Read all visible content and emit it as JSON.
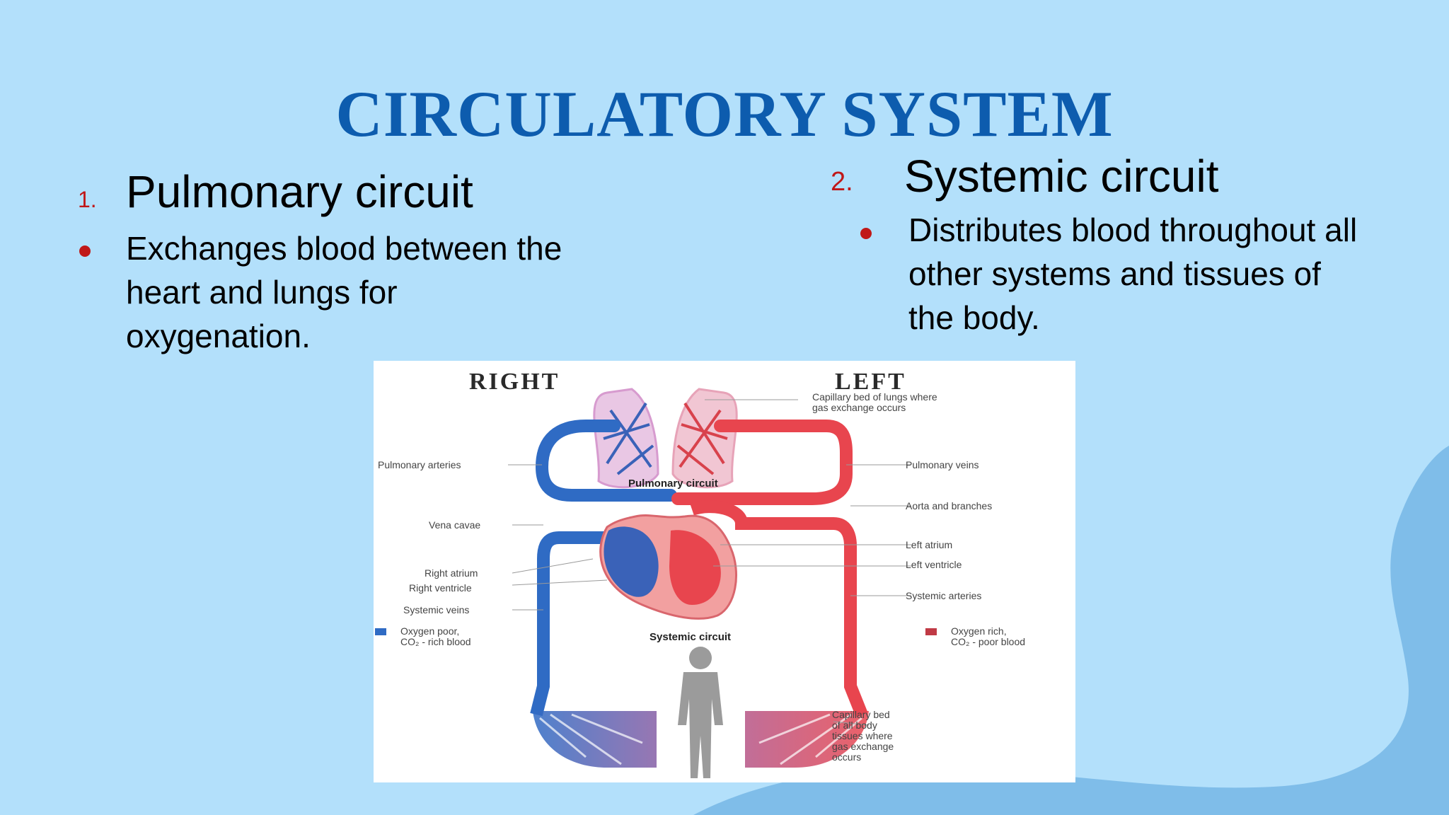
{
  "slide": {
    "title": "CIRCULATORY SYSTEM",
    "colors": {
      "background": "#b3e0fb",
      "title": "#0d5cae",
      "accent": "#c01818",
      "wave": "#7fbde9"
    }
  },
  "pulmonary": {
    "number": "1.",
    "heading": "Pulmonary circuit",
    "bullet_lines": [
      "Exchanges blood between the",
      "heart and lungs for",
      "oxygenation."
    ]
  },
  "systemic": {
    "number": "2.",
    "heading": "Systemic circuit",
    "bullet_lines": [
      "Distributes blood throughout all",
      "other systems and tissues of",
      "the body."
    ]
  },
  "diagram": {
    "side_right": "RIGHT",
    "side_left": "LEFT",
    "labels": {
      "capillary_lungs_1": "Capillary bed of lungs where",
      "capillary_lungs_2": "gas exchange occurs",
      "pulmonary_arteries": "Pulmonary arteries",
      "pulmonary_veins": "Pulmonary veins",
      "pulmonary_circuit": "Pulmonary circuit",
      "aorta": "Aorta and branches",
      "vena_cavae": "Vena cavae",
      "left_atrium": "Left atrium",
      "left_ventricle": "Left ventricle",
      "right_atrium": "Right atrium",
      "right_ventricle": "Right ventricle",
      "systemic_arteries": "Systemic arteries",
      "systemic_veins": "Systemic veins",
      "systemic_circuit": "Systemic circuit",
      "oxygen_poor_1": "Oxygen poor,",
      "oxygen_poor_2": "CO₂ - rich blood",
      "oxygen_rich_1": "Oxygen rich,",
      "oxygen_rich_2": "CO₂ - poor blood",
      "capillary_body_1": "Capillary bed",
      "capillary_body_2": "of all body",
      "capillary_body_3": "tissues where",
      "capillary_body_4": "gas exchange",
      "capillary_body_5": "occurs"
    },
    "colors": {
      "oxygen_poor": "#2f6bc4",
      "oxygen_rich": "#e8454e"
    }
  }
}
